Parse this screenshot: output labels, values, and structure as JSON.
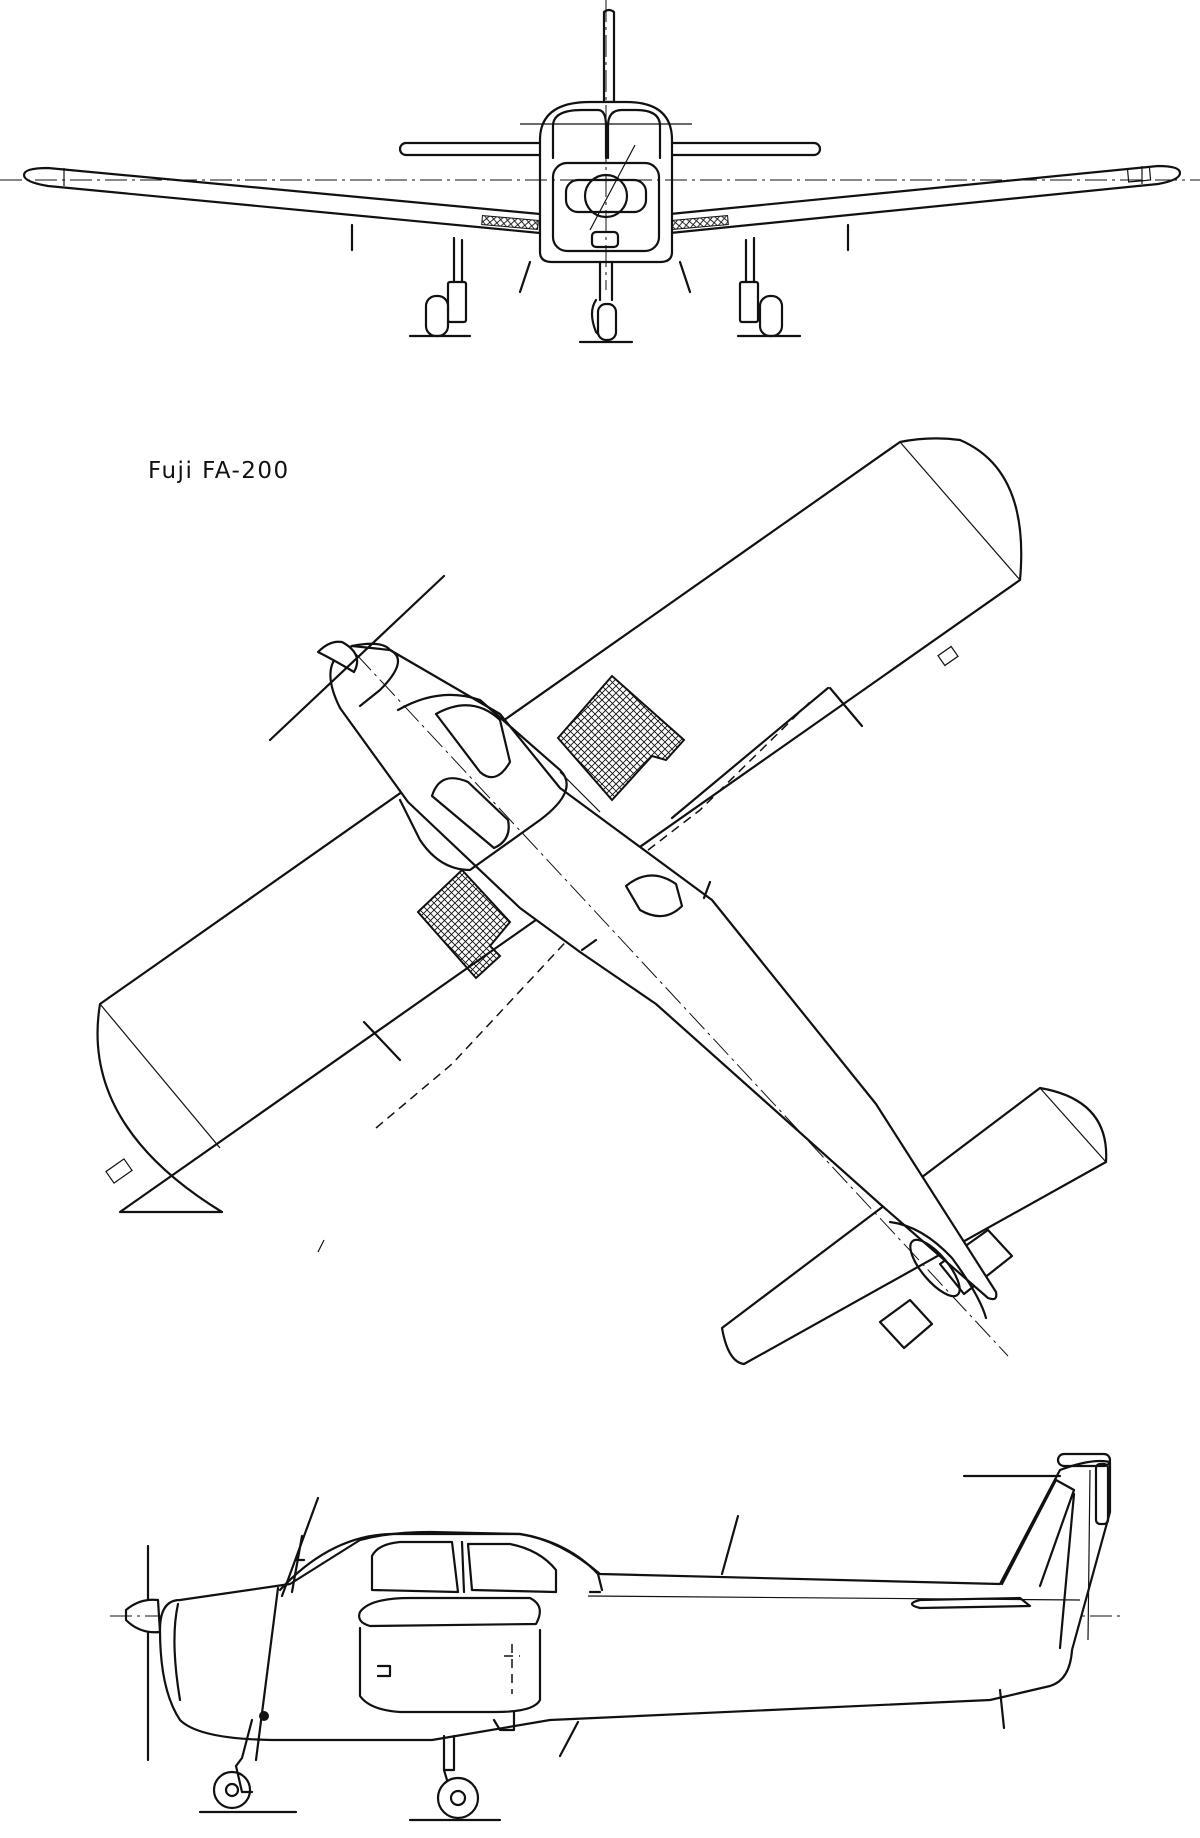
{
  "drawing": {
    "caption": "Fuji FA-200",
    "line_color": "#111111",
    "background_color": "#ffffff",
    "views": [
      "front-view",
      "plan-view",
      "side-view"
    ]
  }
}
